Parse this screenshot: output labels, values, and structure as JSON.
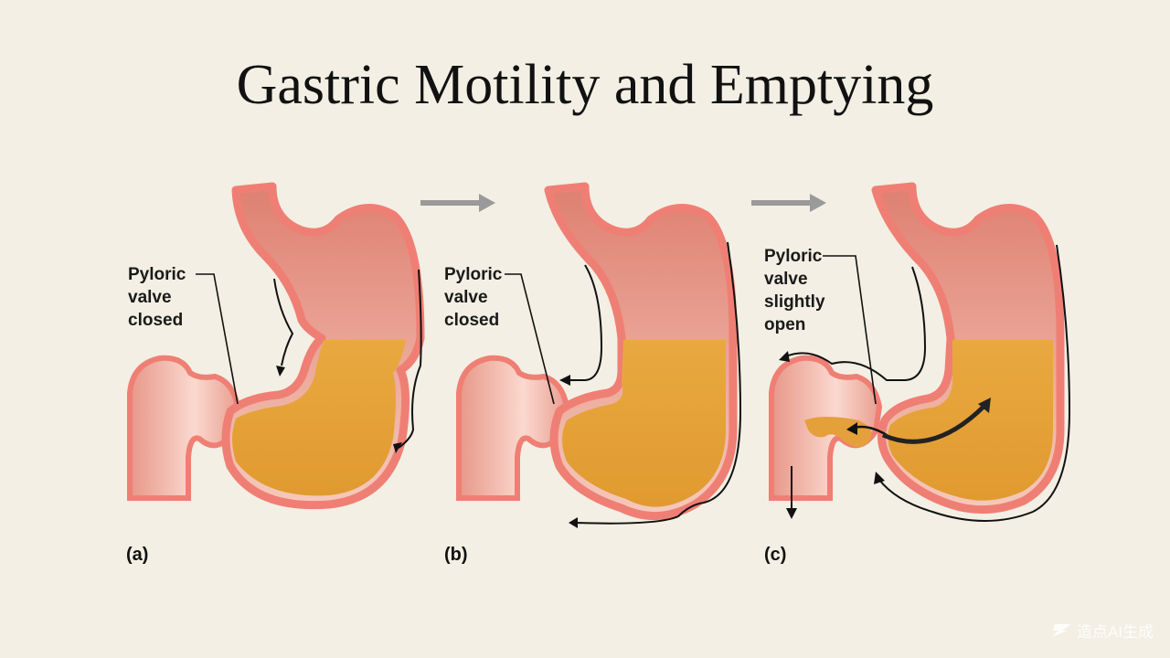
{
  "title": "Gastric Motility and Emptying",
  "panels": [
    {
      "letter": "(a)",
      "label": "Pyloric\nvalve\nclosed"
    },
    {
      "letter": "(b)",
      "label": "Pyloric\nvalve\nclosed"
    },
    {
      "letter": "(c)",
      "label": "Pyloric\nvalve\nslightly\nopen"
    }
  ],
  "watermark": "造点AI生成",
  "colors": {
    "background": "#f3efe4",
    "stomach_wall": "#ef7f74",
    "stomach_interior": "#e9a89a",
    "chyme": "#e4a03a",
    "step_arrow": "#9a9a9a"
  }
}
